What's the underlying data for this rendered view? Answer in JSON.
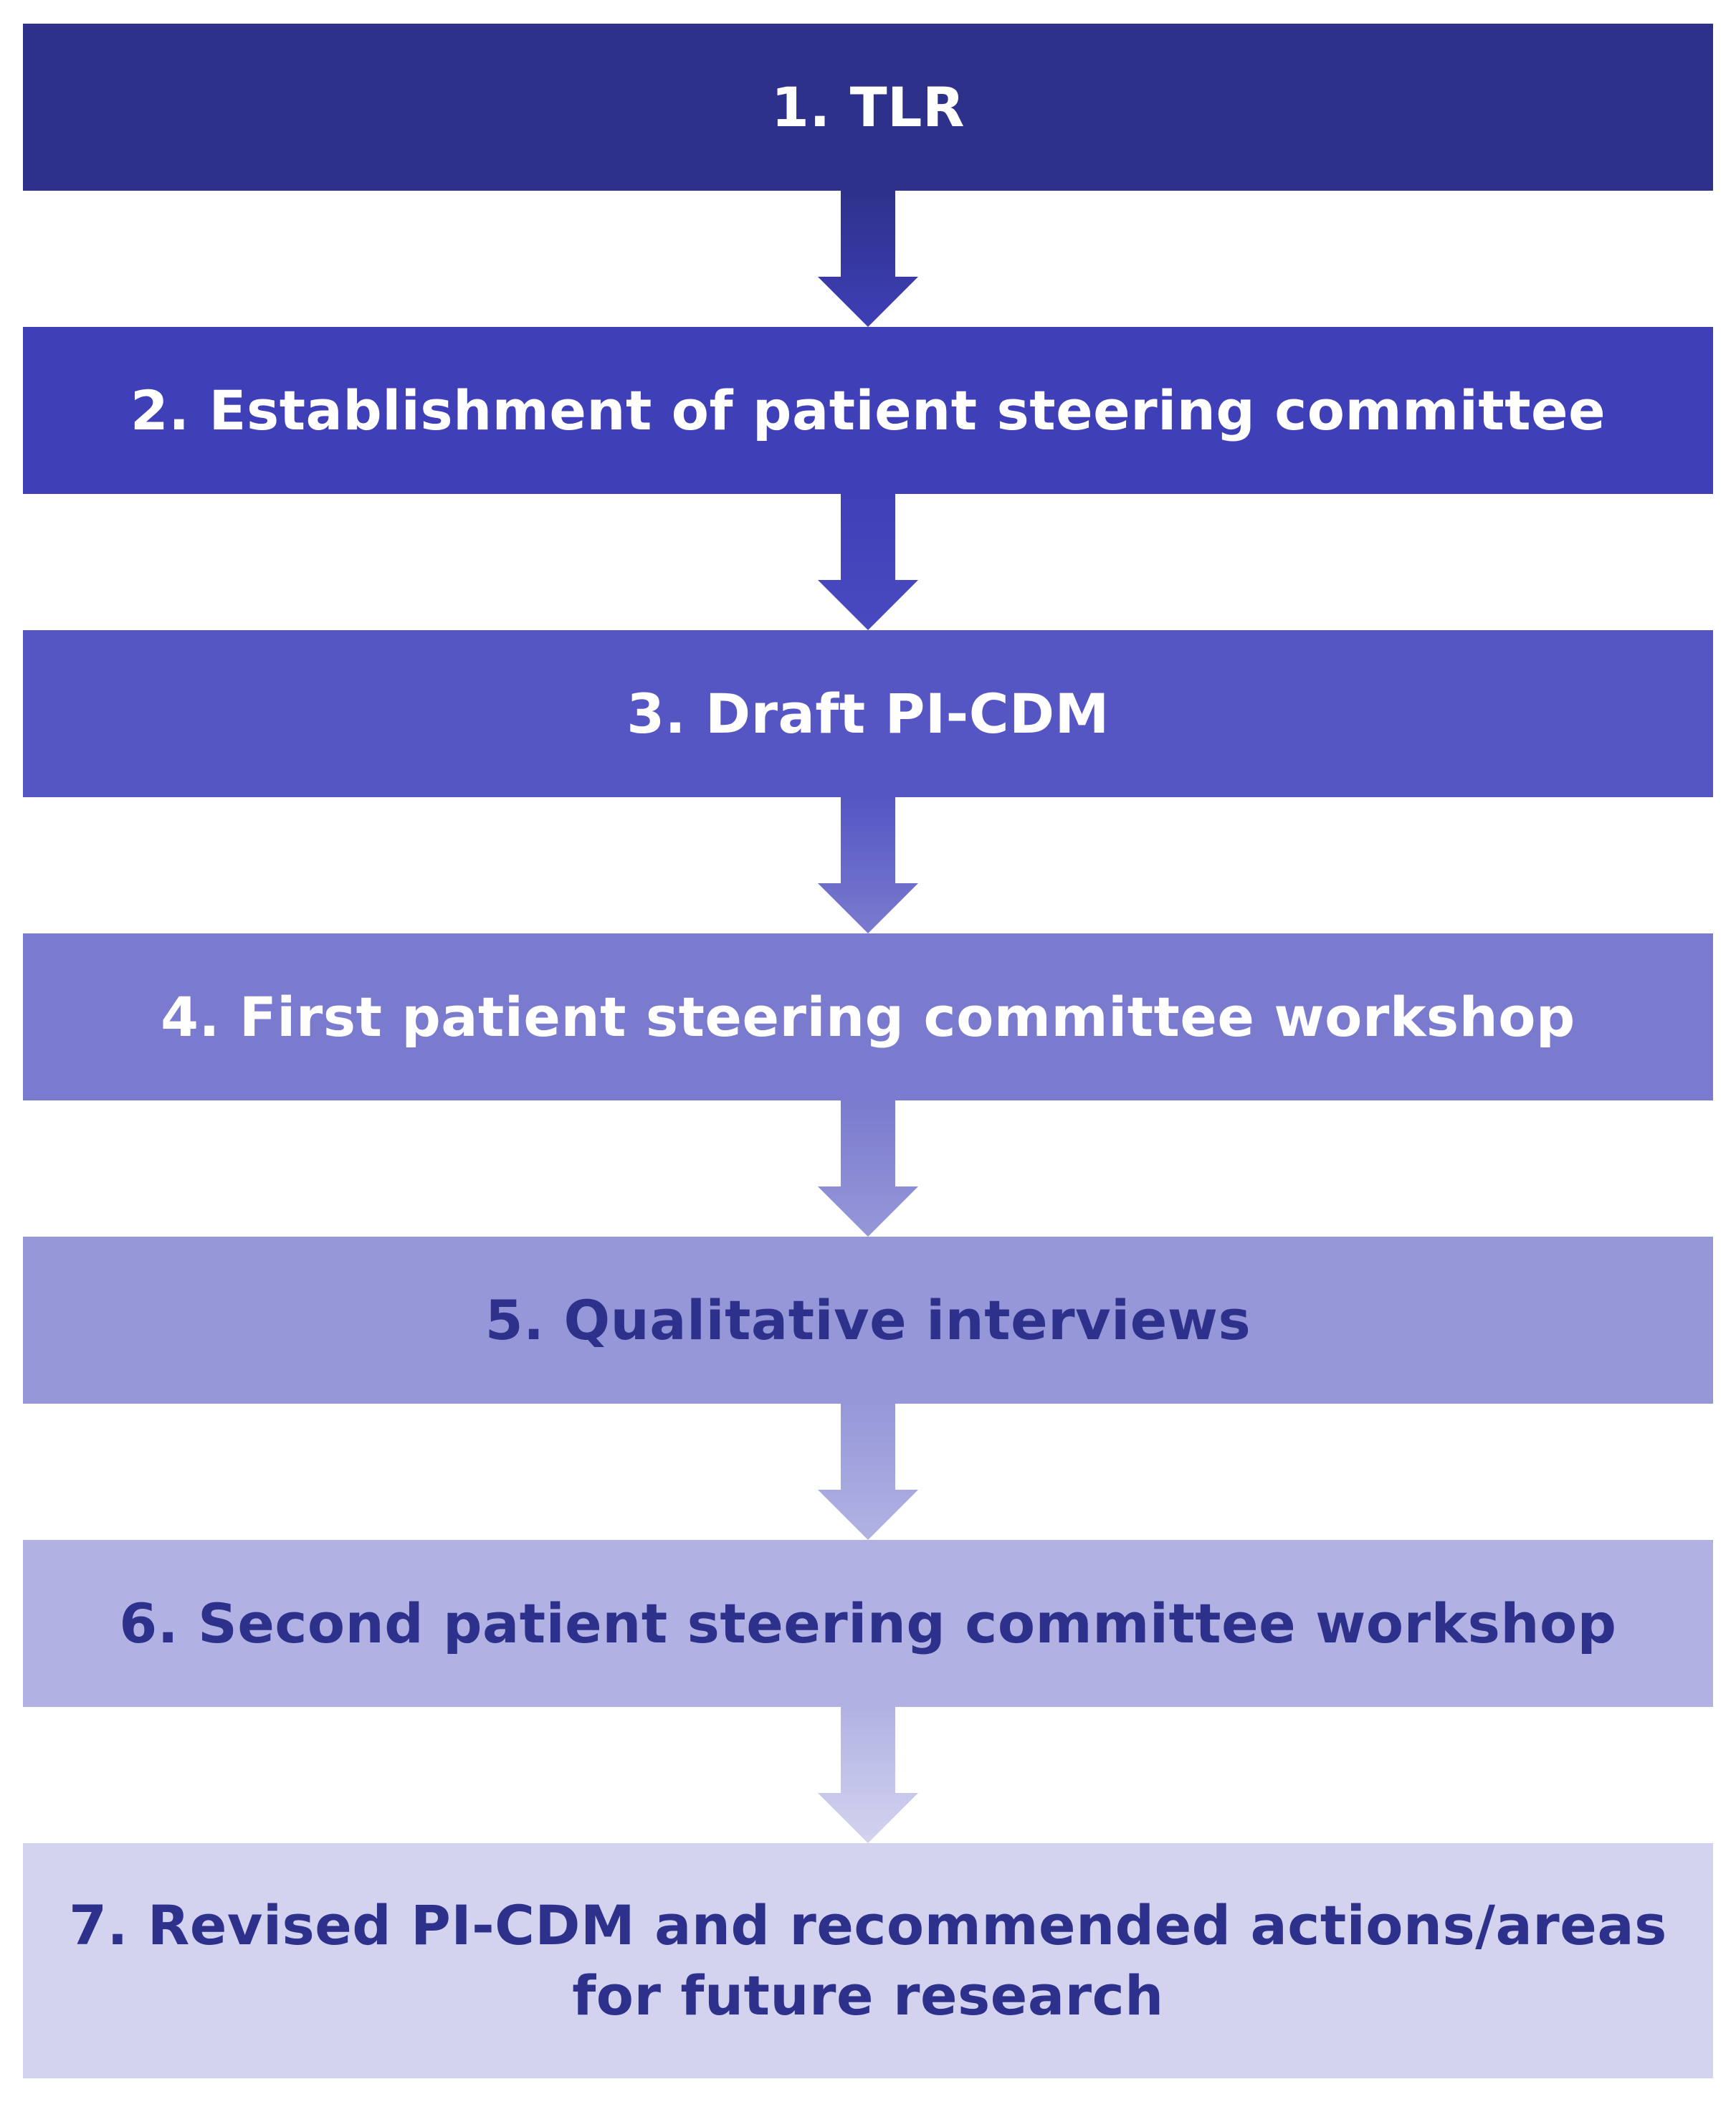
{
  "flowchart": {
    "steps": [
      {
        "label": "1. TLR",
        "fill": "#2E318B",
        "text_color": "#FFFFFF"
      },
      {
        "label": "2. Establishment of patient steering committee",
        "fill": "#3F3FB7",
        "text_color": "#FFFFFF"
      },
      {
        "label": "3. Draft PI-CDM",
        "fill": "#5556C4",
        "text_color": "#FFFFFF"
      },
      {
        "label": "4. First patient steering committee workshop",
        "fill": "#7A7BCE",
        "text_color": "#FFFFFF"
      },
      {
        "label": "5. Qualitative interviews",
        "fill": "#9697D9",
        "text_color": "#2E318B"
      },
      {
        "label": "6. Second patient steering committee workshop",
        "fill": "#B1B2E3",
        "text_color": "#2E318B"
      },
      {
        "label": "7. Revised PI-CDM and recommended actions/areas for future research",
        "fill": "#D3D3EF",
        "text_color": "#2E318B"
      }
    ],
    "arrows": [
      {
        "from": 1,
        "to": 2,
        "color_top": "#2E318B",
        "color_bottom": "#3F3FB7"
      },
      {
        "from": 2,
        "to": 3,
        "color_top": "#3F3FB7",
        "color_bottom": "#4A4AC0"
      },
      {
        "from": 3,
        "to": 4,
        "color_top": "#5556C4",
        "color_bottom": "#7A7BCE"
      },
      {
        "from": 4,
        "to": 5,
        "color_top": "#7A7BCE",
        "color_bottom": "#9697D9"
      },
      {
        "from": 5,
        "to": 6,
        "color_top": "#9697D9",
        "color_bottom": "#B1B2E3"
      },
      {
        "from": 6,
        "to": 7,
        "color_top": "#B1B2E3",
        "color_bottom": "#D3D3EF"
      }
    ]
  }
}
